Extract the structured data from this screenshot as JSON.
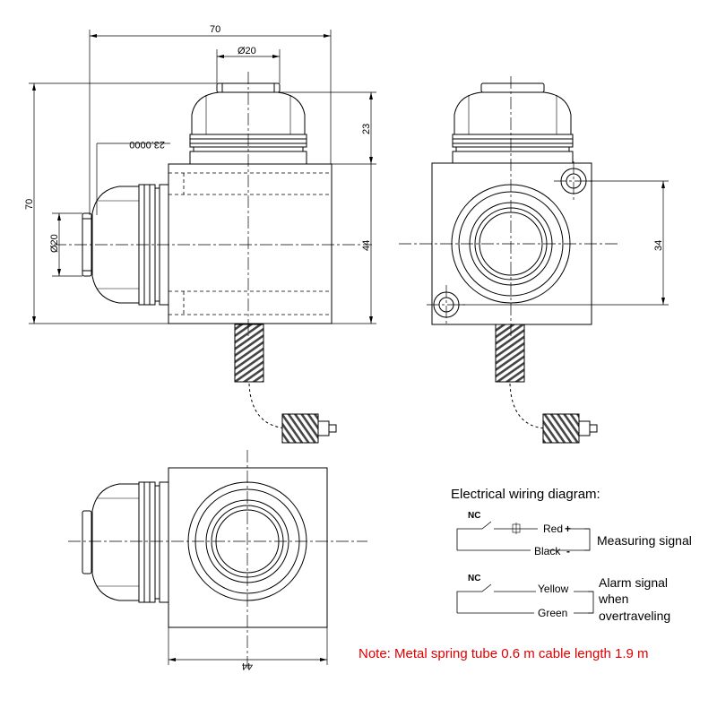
{
  "dimensions": {
    "top_width": "70",
    "top_diameter": "Ø20",
    "right_height": "23",
    "left_height": "70",
    "left_diameter": "Ø20",
    "mid_height": "44",
    "side_height": "34",
    "bottom_width": "44",
    "rotated_value": "23.0000"
  },
  "wiring": {
    "title": "Electrical wiring diagram:",
    "nc_label_1": "NC",
    "red_label": "Red",
    "plus_sign": "+",
    "black_label": "Black",
    "minus_sign": "-",
    "measuring_label": "Measuring signal",
    "nc_label_2": "NC",
    "yellow_label": "Yellow",
    "green_label": "Green",
    "alarm_line1": "Alarm signal",
    "alarm_line2": "when",
    "alarm_line3": "overtraveling"
  },
  "note": {
    "text": "Note: Metal spring tube 0.6 m cable length 1.9 m",
    "color": "#e00000"
  }
}
